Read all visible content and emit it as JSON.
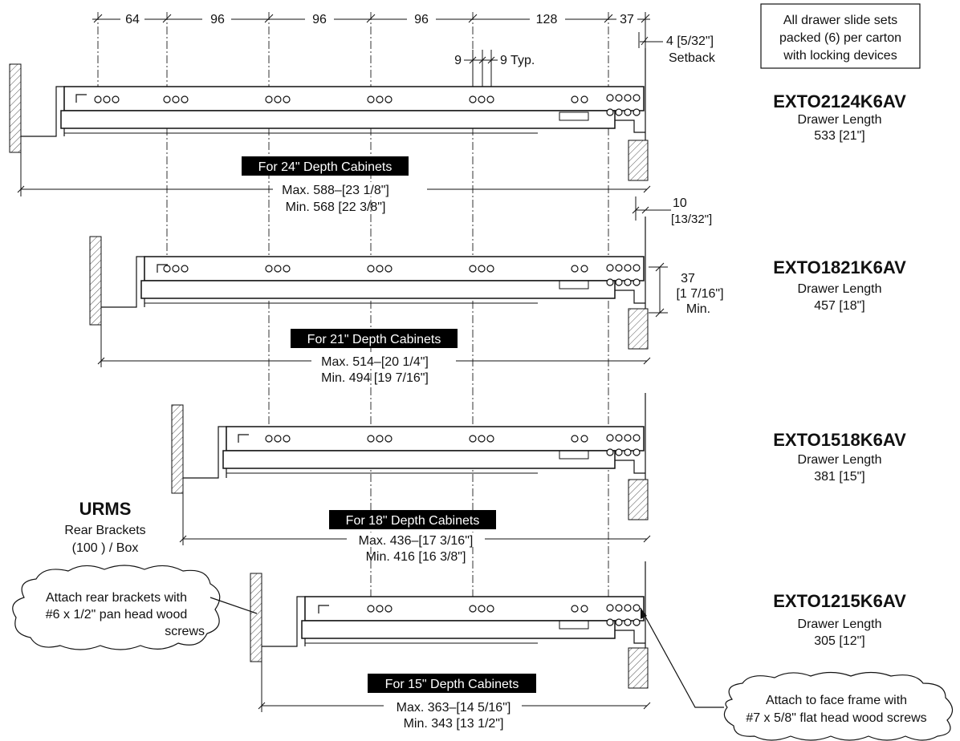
{
  "top_dims": {
    "d1": "64",
    "d2": "96",
    "d3": "96",
    "d4": "96",
    "d5": "128",
    "d6": "37",
    "setback_value": "4  [5/32\"]",
    "setback_label": "Setback",
    "typ_a": "9",
    "typ_b": "9 Typ."
  },
  "carton_note": {
    "line1": "All drawer slide sets",
    "line2": "packed (6) per carton",
    "line3": "with locking devices"
  },
  "slides": [
    {
      "model": "EXTO2124K6AV",
      "length_label": "Drawer Length",
      "length_value": "533 [21\"]",
      "cabinet_label": "For 24\" Depth Cabinets",
      "max": "Max. 588–[23 1/8\"]",
      "min": "Min. 568 [22 3/8\"]"
    },
    {
      "model": "EXTO1821K6AV",
      "length_label": "Drawer Length",
      "length_value": "457 [18\"]",
      "cabinet_label": "For 21\" Depth Cabinets",
      "max": "Max. 514–[20 1/4\"]",
      "min": "Min. 494 [19 7/16\"]"
    },
    {
      "model": "EXTO1518K6AV",
      "length_label": "Drawer Length",
      "length_value": "381 [15\"]",
      "cabinet_label": "For 18\" Depth Cabinets",
      "max": "Max. 436–[17 3/16\"]",
      "min": "Min. 416 [16 3/8\"]"
    },
    {
      "model": "EXTO1215K6AV",
      "length_label": "Drawer Length",
      "length_value": "305 [12\"]",
      "cabinet_label": "For 15\" Depth Cabinets",
      "max": "Max. 363–[14 5/16\"]",
      "min": "Min. 343 [13 1/2\"]"
    }
  ],
  "gap_dim": {
    "value": "10",
    "frac": "[13/32\"]"
  },
  "height_dim": {
    "value": "37",
    "frac": "[1 7/16\"]",
    "label": "Min."
  },
  "urms": {
    "title": "URMS",
    "line1": "Rear Brackets",
    "line2": "(100 ) / Box"
  },
  "callout_rear": {
    "line1": "Attach rear brackets with",
    "line2": "#6 x 1/2\" pan head wood",
    "line3": "screws"
  },
  "callout_face": {
    "line1": "Attach to face frame with",
    "line2": "#7 x 5/8\" flat head wood screws"
  }
}
